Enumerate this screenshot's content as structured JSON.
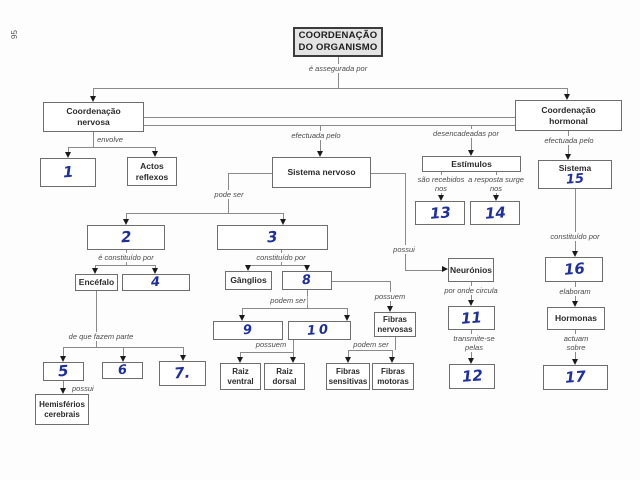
{
  "page_number": "95",
  "colors": {
    "handwriting": "#1e2f9e",
    "title_bg": "#e4e4e4",
    "line": "#8a8a8a",
    "ink": "#2b2b2b"
  },
  "nodes": {
    "title": "COORDENAÇÃO\nDO ORGANISMO",
    "coordenacao_nervosa": "Coordenação\nnervosa",
    "coordenacao_hormonal": "Coordenação\nhormonal",
    "actos_reflexos": "Actos\nreflexos",
    "sistema_nervoso": "Sistema nervoso",
    "estimulos": "Estímulos",
    "sistema_hormonal": "Sistema",
    "encefalo": "Encéfalo",
    "ganglios": "Gânglios",
    "fibras_nervosas": "Fibras\nnervosas",
    "neuronios": "Neurónios",
    "hormonas": "Hormonas",
    "raiz_ventral": "Raiz\nventral",
    "raiz_dorsal": "Raiz\ndorsal",
    "fibras_sensitivas": "Fibras\nsensitivas",
    "fibras_motoras": "Fibras\nmotoras",
    "hemisferios_cerebrais": "Hemisférios\ncerebrais"
  },
  "edge_labels": {
    "e_assegurada_por": "é assegurada por",
    "envolve": "envolve",
    "efectuada_pelo_nervosa": "efectuada pelo",
    "desencadeadas_por": "desencadeadas por",
    "efectuada_pelo_hormonal": "efectuada pelo",
    "pode_ser": "pode ser",
    "sao_recebidos_nos": "são recebidos\nnos",
    "a_resposta_surge_nos": "a resposta surge\nnos",
    "possui_neuronios": "possui",
    "e_constituido_por": "é constituído por",
    "constituido_por_3": "constituído por",
    "constituido_por_sistema": "constituído por",
    "podem_ser_ganglios": "podem ser",
    "possuem_fibras": "possuem",
    "por_onde_circula": "por onde circula",
    "elaboram": "elaboram",
    "possuem_raizes": "possuem",
    "podem_ser_fibras": "podem ser",
    "transmite_se_pelas": "transmite-se\npelas",
    "actuam_sobre": "actuam\nsobre",
    "de_que_fazem_parte": "de que fazem parte",
    "possui_hemisferios": "possui"
  },
  "answers": {
    "a1": "1",
    "a2": "2",
    "a3": "3",
    "a4": "4",
    "a5": "5",
    "a6": "6",
    "a7": "7.",
    "a8": "8",
    "a9": "9",
    "a10": "10",
    "a11": "11",
    "a12": "12",
    "a13": "13",
    "a14": "14",
    "a15": "15",
    "a16": "16",
    "a17": "17"
  }
}
